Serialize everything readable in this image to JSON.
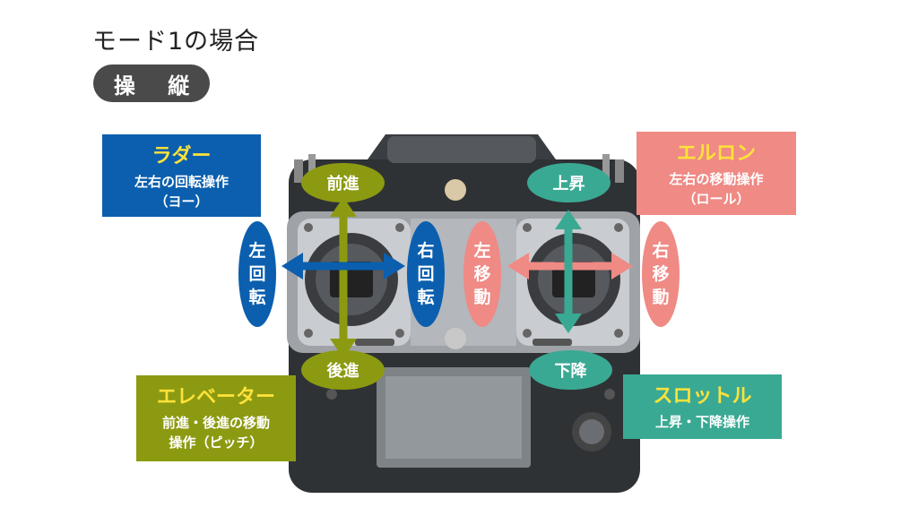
{
  "title": "モード1の場合",
  "section": "操 縦",
  "callouts": {
    "rudder": {
      "heading": "ラダー",
      "line1": "左右の回転操作",
      "line2": "（ヨー）"
    },
    "aileron": {
      "heading": "エルロン",
      "line1": "左右の移動操作",
      "line2": "（ロール）"
    },
    "elevator": {
      "heading": "エレベーター",
      "line1": "前進・後進の移動",
      "line2": "操作（ピッチ）"
    },
    "throttle": {
      "heading": "スロットル",
      "line1": "上昇・下降操作"
    }
  },
  "labels": {
    "forward": "前進",
    "backward": "後進",
    "up": "上昇",
    "down": "下降",
    "rotate_left": [
      "左",
      "回",
      "転"
    ],
    "rotate_right": [
      "右",
      "回",
      "転"
    ],
    "move_left": [
      "左",
      "移",
      "動"
    ],
    "move_right": [
      "右",
      "移",
      "動"
    ]
  },
  "colors": {
    "rudder": "#0b5fae",
    "elevator": "#8c9a11",
    "aileron": "#ef8a85",
    "throttle": "#3aa993",
    "heading_yellow": "#ffe23a"
  }
}
